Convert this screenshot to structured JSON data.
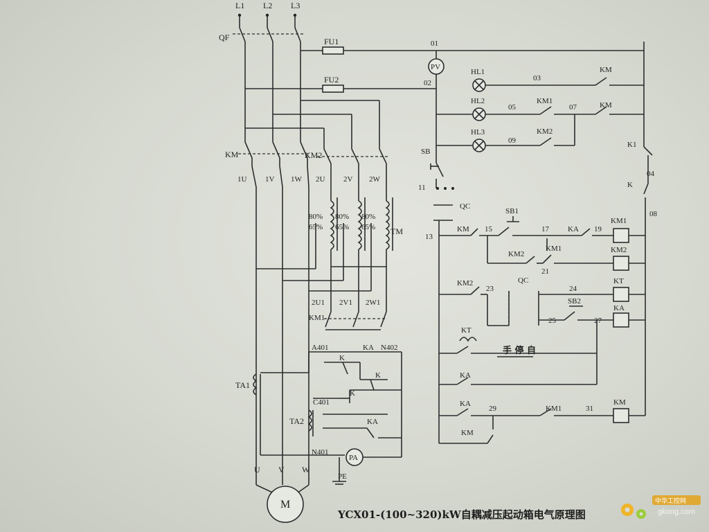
{
  "diagram": {
    "title": "YCX01-(100~320)kW自耦减压起动箱电气原理图",
    "labels": {
      "L1": "L1",
      "L2": "L2",
      "L3": "L3",
      "QF": "QF",
      "FU1": "FU1",
      "FU2": "FU2",
      "n01": "01",
      "n02": "02",
      "n03": "03",
      "n05": "05",
      "n07": "07",
      "n09": "09",
      "n04": "04",
      "n08": "08",
      "n11": "11",
      "n13": "13",
      "n15": "15",
      "n17": "17",
      "n19": "19",
      "n21": "21",
      "n23": "23",
      "n24": "24",
      "n25": "25",
      "n27": "27",
      "n29": "29",
      "n31": "31",
      "PV": "PV",
      "PA": "PA",
      "PE": "PE",
      "M": "M",
      "HL1": "HL1",
      "HL2": "HL2",
      "HL3": "HL3",
      "KM": "KM",
      "KM1": "KM1",
      "KM2": "KM2",
      "KA": "KA",
      "KT": "KT",
      "K": "K",
      "K1": "K1",
      "SB": "SB",
      "SB1": "SB1",
      "SB2": "SB2",
      "QC": "QC",
      "TM": "TM",
      "U1": "1U",
      "V1": "1V",
      "W1": "1W",
      "U2": "2U",
      "V2": "2V",
      "W2": "2W",
      "U21": "2U1",
      "V21": "2V1",
      "W21": "2W1",
      "U": "U",
      "V": "V",
      "W": "W",
      "TA1": "TA1",
      "TA2": "TA2",
      "A401": "A401",
      "N402": "N402",
      "C401": "C401",
      "N401": "N401",
      "p80": "80%",
      "p65": "65%",
      "mode": "手 停 自"
    },
    "watermark": {
      "site_cn": "中华工控网",
      "site_url": "gkong.com"
    }
  }
}
